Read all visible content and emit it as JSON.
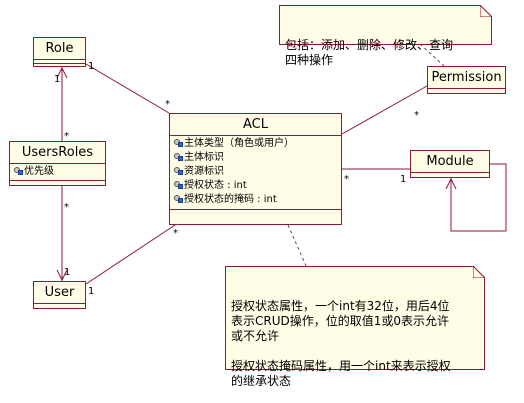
{
  "classes": {
    "role": {
      "name": "Role"
    },
    "acl": {
      "name": "ACL",
      "attributes": [
        "主体类型（角色或用户）",
        "主体标识",
        "资源标识",
        "授权状态 : int",
        "授权状态的掩码 : int"
      ]
    },
    "permission": {
      "name": "Permission"
    },
    "users_roles": {
      "name": "UsersRoles",
      "attributes": [
        "优先级"
      ]
    },
    "module": {
      "name": "Module"
    },
    "user": {
      "name": "User"
    }
  },
  "multiplicities": {
    "role_acl_role_end": "1",
    "role_acl_acl_end": "*",
    "usersroles_role_role_end": "1",
    "usersroles_role_ur_end": "*",
    "usersroles_user_ur_end": "*",
    "usersroles_user_user_end": "1",
    "user_acl_user_end": "1",
    "user_acl_acl_end": "*",
    "acl_module_acl_end": "*",
    "acl_module_module_end": "1",
    "acl_permission_permission_end": "*"
  },
  "notes": {
    "permission_note": "包括：添加、删除、修改、查询\n四种操作",
    "acl_note": "授权状态属性，一个int有32位，用后4位\n表示CRUD操作，位的取值1或0表示允许\n或不允许\n\n授权状态掩码属性，用一个int来表示授权\n的继承状态"
  },
  "colors": {
    "border": "#8b1a3a",
    "fill": "#fffde6",
    "line": "#8b1a3a"
  }
}
